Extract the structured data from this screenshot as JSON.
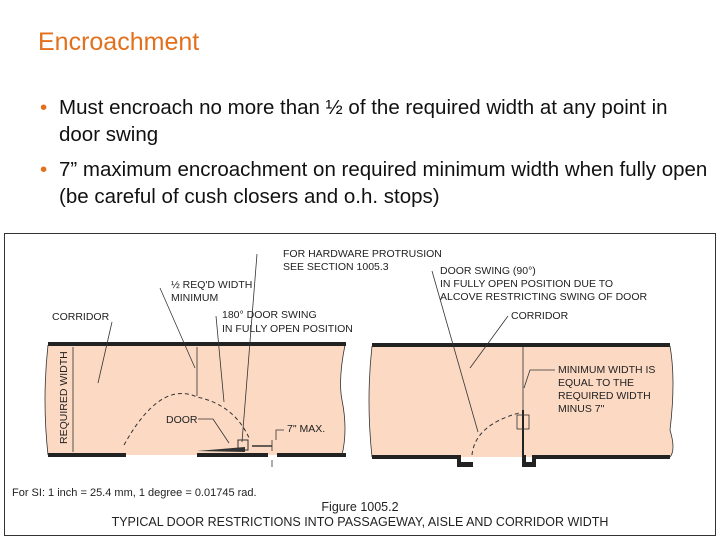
{
  "slide": {
    "title": "Encroachment",
    "bullets": [
      "Must encroach no more than ½ of the required width at any point in door swing",
      "7” maximum encroachment on required minimum width when fully open (be careful of cush closers and o.h. stops)"
    ],
    "accent_color": "#e2701d"
  },
  "figure": {
    "labels": {
      "hardware_1": "FOR HARDWARE PROTRUSION",
      "hardware_2": "SEE SECTION 1005.3",
      "half_1": "½ REQ'D WIDTH",
      "half_2": "MINIMUM",
      "corridor_left": "CORRIDOR",
      "swing180_1": "180° DOOR SWING",
      "swing180_2": "IN FULLY OPEN POSITION",
      "required_width": "REQUIRED WIDTH",
      "door": "DOOR",
      "max7": "7\" MAX.",
      "swing90_1": "DOOR SWING (90°)",
      "swing90_2": "IN FULLY OPEN POSITION DUE TO",
      "swing90_3": "ALCOVE RESTRICTING SWING OF DOOR",
      "corridor_right": "CORRIDOR",
      "min_1": "MINIMUM WIDTH IS",
      "min_2": "EQUAL TO THE",
      "min_3": "REQUIRED WIDTH",
      "min_4": "MINUS 7\""
    },
    "si_note": "For SI:  1 inch = 25.4 mm, 1 degree = 0.01745 rad.",
    "figure_number": "Figure 1005.2",
    "caption": "TYPICAL DOOR RESTRICTIONS INTO PASSAGEWAY, AISLE AND CORRIDOR WIDTH",
    "fill_color": "#fbd9c3"
  }
}
